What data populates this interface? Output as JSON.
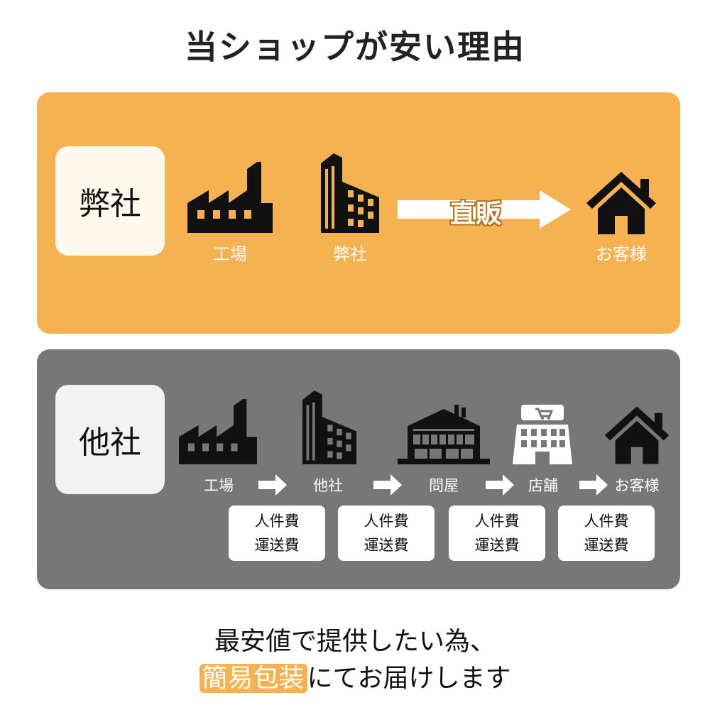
{
  "title": "当ショップが安い理由",
  "ours": {
    "label": "弊社",
    "captions": {
      "factory": "工場",
      "company": "弊社",
      "customer": "お客様"
    },
    "direct": "直販"
  },
  "others": {
    "label": "他社",
    "captions": {
      "factory": "工場",
      "company": "他社",
      "wholesaler": "問屋",
      "store": "店舗",
      "customer": "お客様"
    },
    "costs": [
      {
        "line1": "人件費",
        "line2": "運送費"
      },
      {
        "line1": "人件費",
        "line2": "運送費"
      },
      {
        "line1": "人件費",
        "line2": "運送費"
      },
      {
        "line1": "人件費",
        "line2": "運送費"
      }
    ]
  },
  "footer": {
    "line1": "最安値で提供したい為、",
    "highlight": "簡易包装",
    "line2_rest": "にてお届けします"
  },
  "colors": {
    "orange": "#F6B150",
    "gray": "#777777",
    "dark": "#111111"
  }
}
